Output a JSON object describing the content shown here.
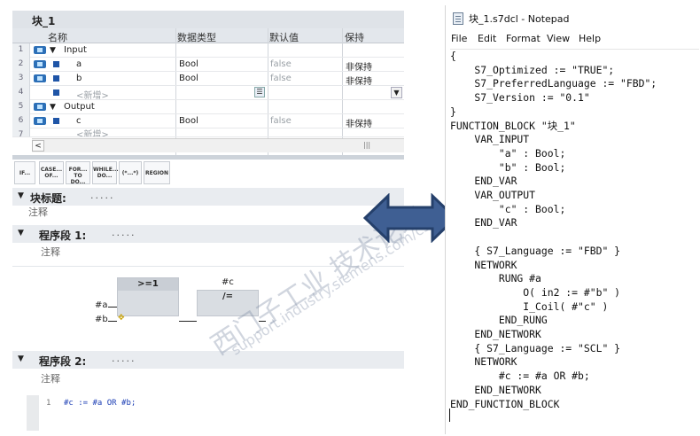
{
  "editor": {
    "block_title": "块_1",
    "columns": {
      "name": "名称",
      "datatype": "数据类型",
      "default": "默认值",
      "retain": "保持"
    },
    "rows": [
      {
        "num": "1",
        "name": "Input",
        "datatype": "",
        "default": "",
        "retain": ""
      },
      {
        "num": "2",
        "name": "a",
        "datatype": "Bool",
        "default": "false",
        "retain": "非保持"
      },
      {
        "num": "3",
        "name": "b",
        "datatype": "Bool",
        "default": "false",
        "retain": "非保持"
      },
      {
        "num": "4",
        "name": "<新增>",
        "datatype": "",
        "default": "",
        "retain": ""
      },
      {
        "num": "5",
        "name": "Output",
        "datatype": "",
        "default": "",
        "retain": ""
      },
      {
        "num": "6",
        "name": "c",
        "datatype": "Bool",
        "default": "false",
        "retain": "非保持"
      },
      {
        "num": "7",
        "name": "<新增>",
        "datatype": "",
        "default": "",
        "retain": ""
      }
    ],
    "scroll_left": "<",
    "toolbar": [
      {
        "l1": "IF...",
        "l2": ""
      },
      {
        "l1": "CASE...",
        "l2": "OF..."
      },
      {
        "l1": "FOR...",
        "l2": "TO DO..."
      },
      {
        "l1": "WHILE...",
        "l2": "DO..."
      },
      {
        "l1": "(*...*)",
        "l2": ""
      },
      {
        "l1": "REGION",
        "l2": ""
      }
    ],
    "block_heading": {
      "label": "块标题:",
      "dots": ".....",
      "comment": "注释"
    },
    "network1": {
      "label": "程序段 1:",
      "dots": ".....",
      "comment": "注释",
      "or_box": ">=1",
      "not_box": "/=",
      "in_a": "#a",
      "in_b": "#b",
      "out_c": "#c"
    },
    "network2": {
      "label": "程序段 2:",
      "dots": ".....",
      "comment": "注释",
      "line_no": "1",
      "code": "#c := #a OR #b;"
    }
  },
  "watermark": {
    "line1": "西门子工业  技术论坛",
    "line2": "support.industry.siemens.com/cs"
  },
  "notepad": {
    "title": "块_1.s7dcl - Notepad",
    "menu": [
      "File",
      "Edit",
      "Format",
      "View",
      "Help"
    ],
    "content": "{\n    S7_Optimized := \"TRUE\";\n    S7_PreferredLanguage := \"FBD\";\n    S7_Version := \"0.1\"\n}\nFUNCTION_BLOCK \"块_1\"\n    VAR_INPUT\n        \"a\" : Bool;\n        \"b\" : Bool;\n    END_VAR\n    VAR_OUTPUT\n        \"c\" : Bool;\n    END_VAR\n\n    { S7_Language := \"FBD\" }\n    NETWORK\n        RUNG #a\n            O( in2 := #\"b\" )\n            I_Coil( #\"c\" )\n        END_RUNG\n    END_NETWORK\n    { S7_Language := \"SCL\" }\n    NETWORK\n        #c := #a OR #b;\n    END_NETWORK\nEND_FUNCTION_BLOCK"
  },
  "colors": {
    "arrow_fill": "#3f5f93",
    "arrow_stroke": "#25406b",
    "pin": "#2c6fb7"
  }
}
